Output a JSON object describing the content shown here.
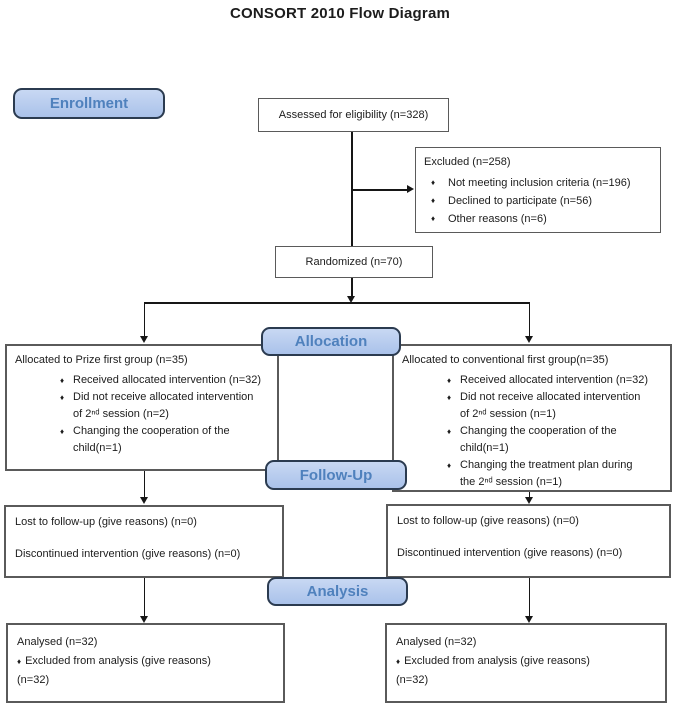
{
  "title": "CONSORT 2010 Flow Diagram",
  "bullet_icon": "♦",
  "colors": {
    "label_fill_top": "#c8d8f3",
    "label_fill_bottom": "#aac2ea",
    "label_border": "#2b3b50",
    "label_text": "#4f81bd",
    "box_border": "#5a5a5a",
    "arrow": "#161616",
    "text": "#1c1c1c"
  },
  "stages": {
    "enrollment": "Enrollment",
    "allocation": "Allocation",
    "followup": "Follow-Up",
    "analysis": "Analysis"
  },
  "boxes": {
    "assessed": "Assessed for eligibility (n=328)",
    "excluded": {
      "title": "Excluded (n=258)",
      "bullets": [
        "Not meeting inclusion criteria (n=196)",
        "Declined to participate (n=56)",
        "Other reasons (n=6)"
      ]
    },
    "randomized": "Randomized (n=70)",
    "alloc_left": {
      "title": "Allocated to Prize first group (n=35)",
      "bullets": [
        "Received allocated intervention (n=32)",
        "Did not receive allocated intervention\nof 2ⁿᵈ session (n=2)",
        "Changing the cooperation of the\nchild(n=1)"
      ]
    },
    "alloc_right": {
      "title": "Allocated to conventional first group(n=35)",
      "bullets": [
        "Received allocated intervention (n=32)",
        "Did not receive allocated intervention\nof 2ⁿᵈ session (n=1)",
        "Changing the cooperation of the\nchild(n=1)",
        "Changing the treatment plan during\nthe 2ⁿᵈ  session (n=1)"
      ]
    },
    "followup_left": {
      "line1": "Lost to follow-up (give reasons) (n=0)",
      "line2": "Discontinued intervention (give reasons) (n=0)"
    },
    "followup_right": {
      "line1": "Lost to follow-up (give reasons) (n=0)",
      "line2": "Discontinued intervention (give reasons) (n=0)"
    },
    "analysis_left": {
      "title": "Analysed (n=32)",
      "bullet": "Excluded from analysis (give reasons)",
      "continuation": "(n=32)"
    },
    "analysis_right": {
      "title": "Analysed (n=32)",
      "bullet": "Excluded from analysis (give reasons)",
      "continuation": "(n=32)"
    }
  }
}
